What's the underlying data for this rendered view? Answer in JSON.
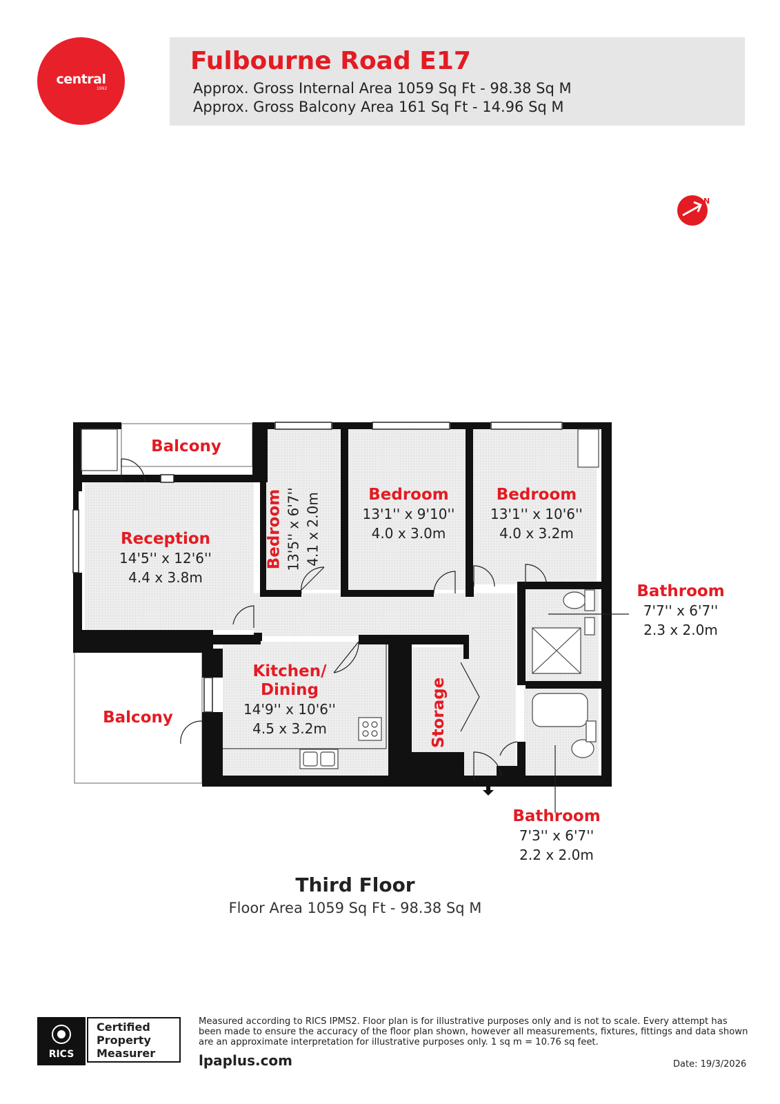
{
  "brand": {
    "logo_text": "central",
    "logo_year": "1992",
    "accent_color": "#e31b23"
  },
  "header": {
    "title": "Fulbourne Road E17",
    "internal_area": "Approx. Gross Internal Area 1059 Sq Ft - 98.38 Sq M",
    "balcony_area": "Approx. Gross Balcony Area 161 Sq Ft - 14.96 Sq M"
  },
  "compass": {
    "letter": "N",
    "icon": "north-arrow-icon"
  },
  "rooms": {
    "balcony_top": {
      "name": "Balcony"
    },
    "balcony_left": {
      "name": "Balcony"
    },
    "reception": {
      "name": "Reception",
      "imperial": "14'5'' x 12'6''",
      "metric": "4.4 x 3.8m"
    },
    "bedroom_small": {
      "name": "Bedroom",
      "imperial": "13'5'' x 6'7''",
      "metric": "4.1 x 2.0m"
    },
    "bedroom_mid": {
      "name": "Bedroom",
      "imperial": "13'1'' x 9'10''",
      "metric": "4.0 x 3.0m"
    },
    "bedroom_right": {
      "name": "Bedroom",
      "imperial": "13'1'' x 10'6''",
      "metric": "4.0 x 3.2m"
    },
    "bathroom_1": {
      "name": "Bathroom",
      "imperial": "7'7'' x 6'7''",
      "metric": "2.3 x 2.0m"
    },
    "bathroom_2": {
      "name": "Bathroom",
      "imperial": "7'3'' x 6'7''",
      "metric": "2.2 x 2.0m"
    },
    "kitchen": {
      "name_line1": "Kitchen/",
      "name_line2": "Dining",
      "imperial": "14'9'' x 10'6''",
      "metric": "4.5 x 3.2m"
    },
    "storage": {
      "name": "Storage"
    }
  },
  "floor": {
    "title": "Third Floor",
    "area": "Floor Area 1059 Sq Ft - 98.38 Sq M"
  },
  "footer": {
    "rics_label": "RICS",
    "cert_line1": "Certified",
    "cert_line2": "Property",
    "cert_line3": "Measurer",
    "disclaimer": "Measured according to RICS IPMS2. Floor plan is for illustrative purposes only and is not to scale. Every attempt has been made to ensure the accuracy of the floor plan shown, however all measurements, fixtures, fittings and data shown are an approximate interpretation for illustrative purposes only. 1 sq m = 10.76 sq feet.",
    "website": "lpaplus.com",
    "date": "Date: 19/3/2026"
  }
}
